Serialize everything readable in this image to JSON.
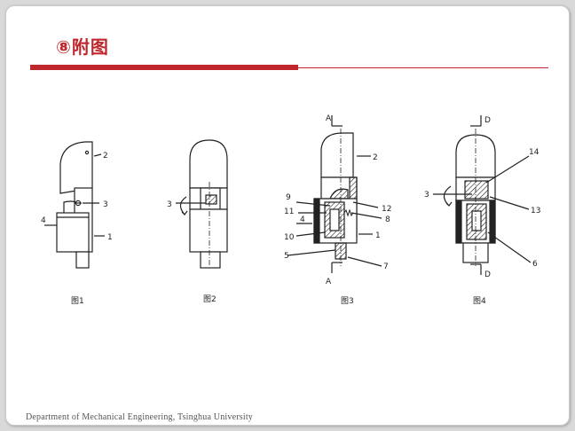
{
  "slide": {
    "title": "⑧附图",
    "footer": "Department of Mechanical Engineering, Tsinghua University"
  },
  "figures": [
    {
      "caption": "图1",
      "labels": [
        "2",
        "3",
        "4",
        "1"
      ]
    },
    {
      "caption": "图2",
      "labels": [
        "3"
      ]
    },
    {
      "caption": "图3",
      "labels": [
        "A",
        "2",
        "9",
        "11",
        "12",
        "4",
        "8",
        "1",
        "10",
        "5",
        "7",
        "A"
      ]
    },
    {
      "caption": "图4",
      "labels": [
        "D",
        "14",
        "3",
        "13",
        "6",
        "D"
      ]
    }
  ],
  "colors": {
    "accent": "#c0272d"
  }
}
